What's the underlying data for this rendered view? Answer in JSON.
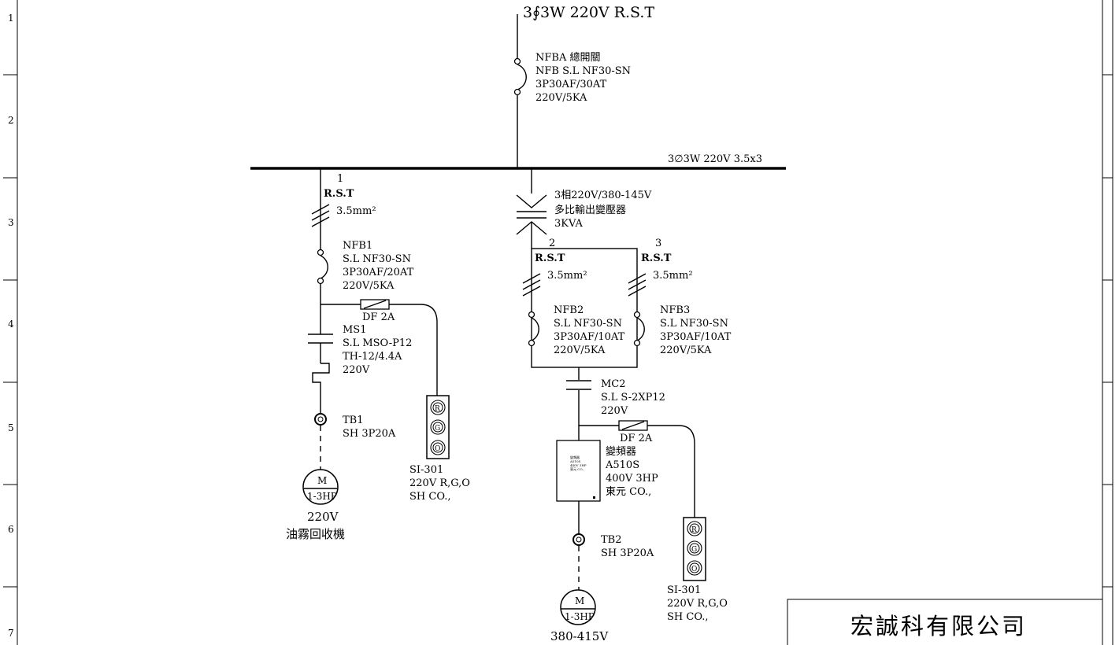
{
  "supply": {
    "label": "3∮3W 220V R.S.T"
  },
  "main_breaker": {
    "lines": [
      "NFBA 總開關",
      "NFB S.L NF30-SN",
      "3P30AF/30AT",
      "220V/5KA"
    ]
  },
  "main_bus": {
    "label": "3∅3W 220V 3.5x3"
  },
  "branch1": {
    "number": "1",
    "phases": "R.S.T",
    "wire": "3.5mm²",
    "nfb": [
      "NFB1",
      "S.L NF30-SN",
      "3P30AF/20AT",
      "220V/5KA"
    ],
    "fuse": "DF 2A",
    "ms": [
      "MS1",
      "S.L MSO-P12",
      "TH-12/4.4A",
      "220V"
    ],
    "tb": [
      "TB1",
      "SH 3P20A"
    ],
    "motor": {
      "top": "M",
      "bottom": "1-3HP"
    },
    "voltage": "220V",
    "load": "油霧回收機",
    "indicator": [
      "SI-301",
      "220V R,G,O",
      "SH CO.,"
    ],
    "lamps": [
      "R",
      "G",
      "O"
    ]
  },
  "transformer": {
    "lines": [
      "3相220V/380-145V",
      "多比輸出變壓器",
      "3KVA"
    ]
  },
  "branch2": {
    "number": "2",
    "phases": "R.S.T",
    "wire": "3.5mm²",
    "nfb": [
      "NFB2",
      "S.L NF30-SN",
      "3P30AF/10AT",
      "220V/5KA"
    ]
  },
  "branch3": {
    "number": "3",
    "phases": "R.S.T",
    "wire": "3.5mm²",
    "nfb": [
      "NFB3",
      "S.L NF30-SN",
      "3P30AF/10AT",
      "220V/5KA"
    ]
  },
  "mc2": [
    "MC2",
    "S.L S-2XP12",
    "220V"
  ],
  "fuse2": "DF 2A",
  "inverter": {
    "lines": [
      "變頻器",
      "A510S",
      "400V 3HP",
      "東元 CO.,"
    ],
    "box_text": [
      "變頻器",
      "A510S",
      "440V 3HP",
      "東元 CO.,"
    ]
  },
  "tb2": [
    "TB2",
    "SH 3P20A"
  ],
  "motor2": {
    "top": "M",
    "bottom": "1-3HP",
    "voltage": "380-415V"
  },
  "indicator2": {
    "lines": [
      "SI-301",
      "220V R,G,O",
      "SH CO.,"
    ],
    "lamps": [
      "R",
      "G",
      "O"
    ]
  },
  "title_block": {
    "company": "宏誠科有限公司"
  },
  "row_numbers": [
    "1",
    "2",
    "3",
    "4",
    "5",
    "6",
    "7"
  ]
}
